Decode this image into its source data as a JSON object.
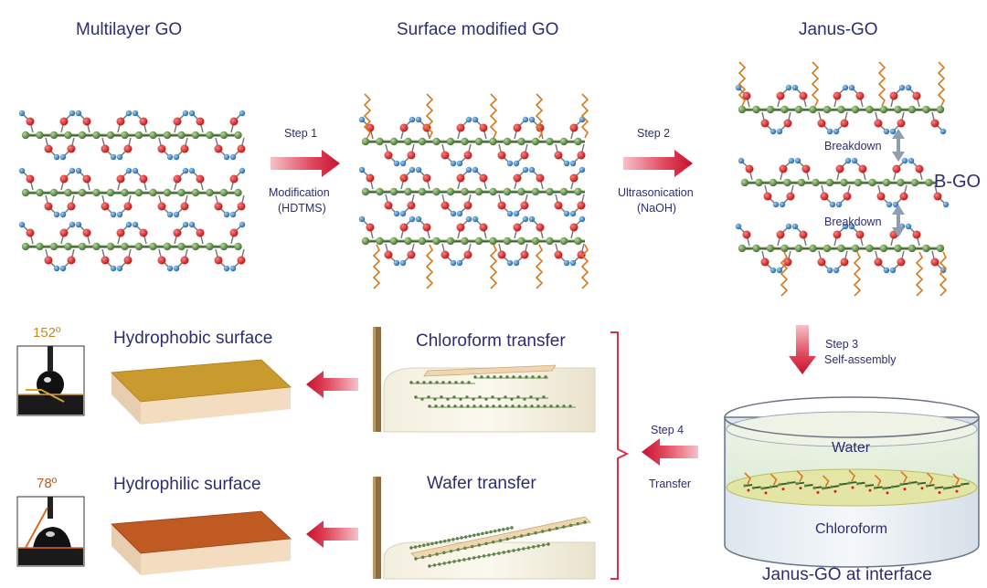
{
  "titles": {
    "multilayer": "Multilayer GO",
    "surface_modified": "Surface modified GO",
    "janus": "Janus-GO"
  },
  "steps": {
    "step1": "Step 1",
    "step1_desc1": "Modification",
    "step1_desc2": "(HDTMS)",
    "step2": "Step 2",
    "step2_desc1": "Ultrasonication",
    "step2_desc2": "(NaOH)",
    "step3": "Step 3",
    "step3_desc": "Self-assembly",
    "step4": "Step 4",
    "step4_desc": "Transfer"
  },
  "janus_labels": {
    "breakdown_top": "Breakdown",
    "breakdown_bottom": "Breakdown",
    "bgo": "B-GO"
  },
  "beaker": {
    "water": "Water",
    "chloroform": "Chloroform",
    "caption": "Janus-GO at interface"
  },
  "transfers": {
    "chloroform_transfer": "Chloroform transfer",
    "wafer_transfer": "Wafer transfer"
  },
  "surfaces": {
    "hydrophobic": "Hydrophobic surface",
    "hydrophilic": "Hydrophilic surface",
    "hydrophobic_angle": "152º",
    "hydrophilic_angle": "78º"
  },
  "colors": {
    "backbone": "#4f7a3c",
    "oxygen": "#d42020",
    "hydrogen": "#2a7fc8",
    "alkyl": "#d77a1e",
    "arrow": "#d8314a",
    "hydrophobic_top": "#c99a2e",
    "hydrophilic_top": "#bf5a22",
    "substrate": "#f3dcc0"
  }
}
